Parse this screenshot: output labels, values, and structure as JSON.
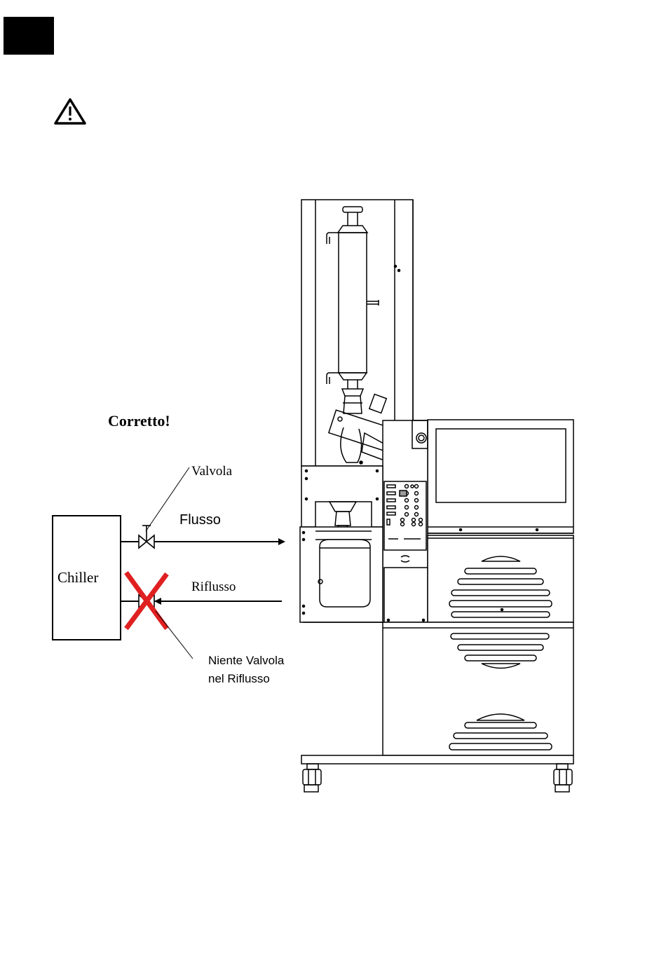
{
  "diagram": {
    "chiller_label": "Chiller",
    "correct_label": "Corretto!",
    "valve_label": "Valvola",
    "flow_label": "Flusso",
    "return_label": "Riflusso",
    "no_valve_line1": "Niente Valvola",
    "no_valve_line2": "nel Riflusso"
  },
  "icons": {
    "corner_block": "black-square-tab",
    "warning": "warning-triangle-icon",
    "cross": "red-x-cross-icon"
  },
  "colors": {
    "ink": "#000000",
    "cross": "#e02020",
    "panel_gray": "#9a9a9a"
  }
}
